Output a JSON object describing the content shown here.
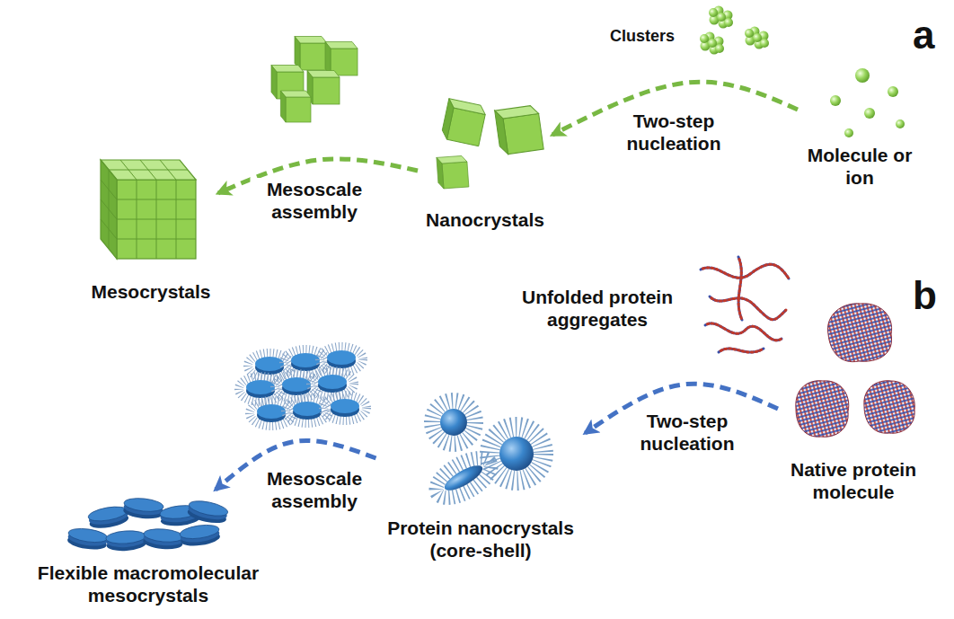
{
  "diagram": {
    "nodes": [
      {
        "text": [
          "Molecule or ion"
        ]
      },
      {
        "text": [
          "Clusters"
        ]
      },
      {
        "text": [
          "Nanocrystals"
        ]
      },
      {
        "text": [
          "Mesocrystals"
        ]
      },
      {
        "text": [
          "Native protein molecule"
        ]
      },
      {
        "text": [
          "Unfolded protein aggregates"
        ]
      },
      {
        "text": [
          "Protein nanocrystals (core-shell)"
        ]
      },
      {
        "text": [
          "Flexible macromolecular mesocrystals"
        ]
      }
    ],
    "edges": [
      {
        "from": 0,
        "to": 2,
        "arrow": "to",
        "label": "Two-step nucleation"
      },
      {
        "from": 2,
        "to": 3,
        "arrow": "to",
        "label": "Mesoscale assembly"
      },
      {
        "from": 4,
        "to": 6,
        "arrow": "to",
        "label": "Two-step nucleation"
      },
      {
        "from": 6,
        "to": 7,
        "arrow": "to",
        "label": "Mesoscale assembly"
      }
    ],
    "labels": [
      "a",
      "b"
    ]
  }
}
